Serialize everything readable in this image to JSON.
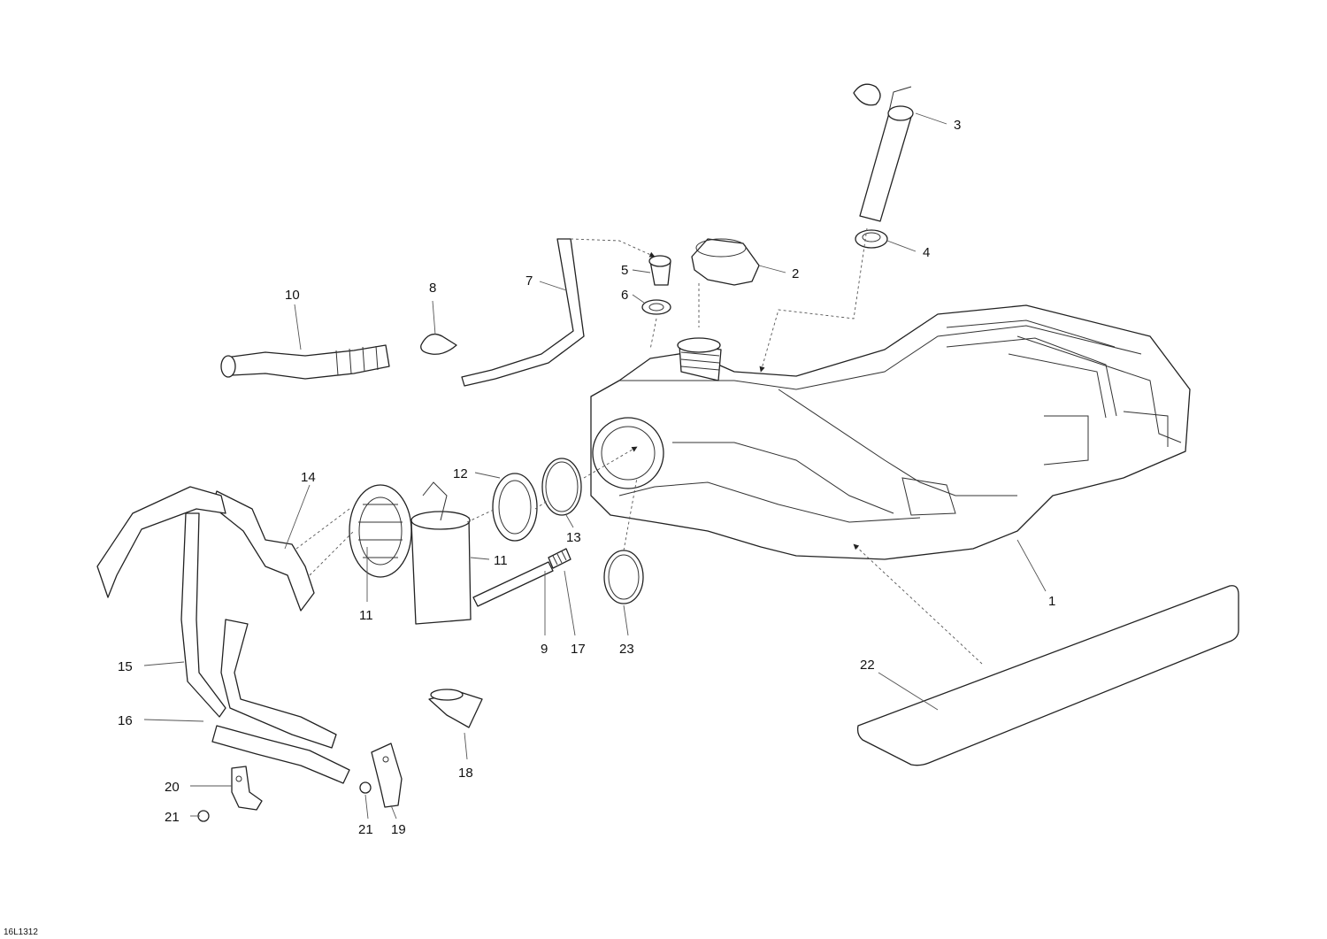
{
  "figure_ref": "16L1312",
  "callouts": {
    "c1": "1",
    "c2": "2",
    "c3": "3",
    "c4": "4",
    "c5": "5",
    "c6": "6",
    "c7": "7",
    "c8": "8",
    "c9": "9",
    "c10": "10",
    "c11a": "11",
    "c11b": "11",
    "c12": "12",
    "c13": "13",
    "c14": "14",
    "c15": "15",
    "c16": "16",
    "c17": "17",
    "c18": "18",
    "c19": "19",
    "c20": "20",
    "c21a": "21",
    "c21b": "21",
    "c22": "22",
    "c23": "23"
  }
}
